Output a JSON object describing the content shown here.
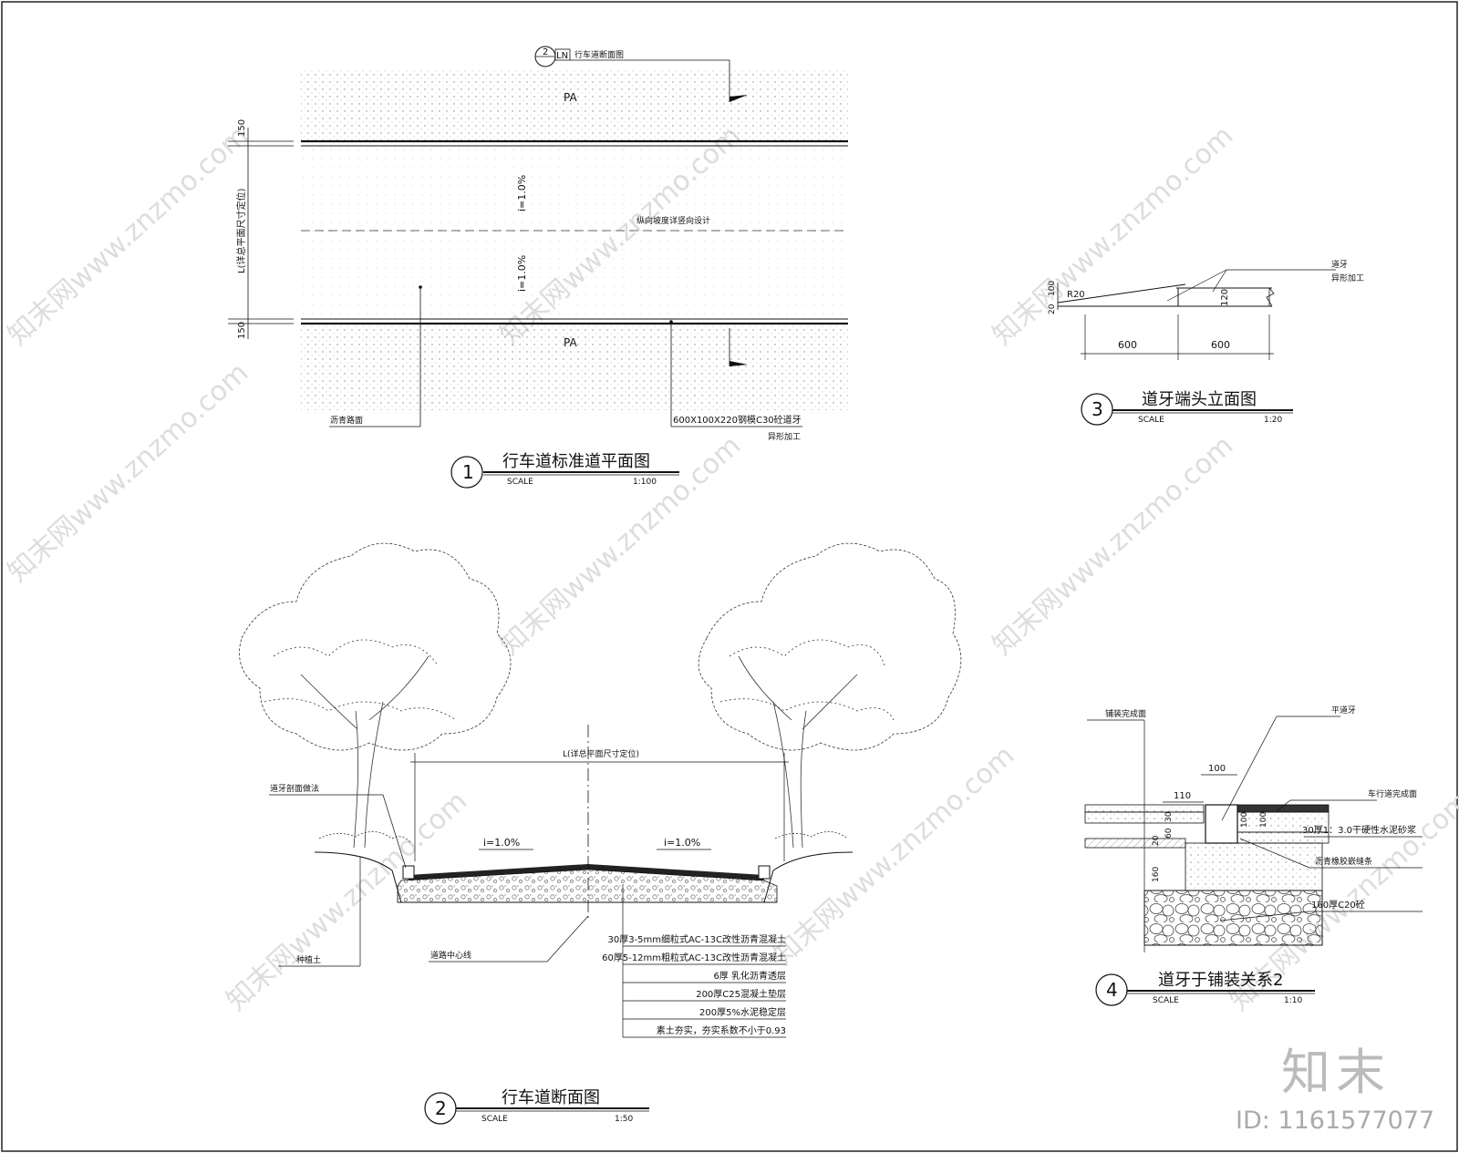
{
  "plan": {
    "ref_num": "2",
    "ref_sheet": "LN",
    "ref_label": "行车道断面图",
    "pa_top": "PA",
    "pa_bottom": "PA",
    "dim_top": "150",
    "dim_bottom": "150",
    "dim_width": "L(详总平面尺寸定位)",
    "slope_1": "i=1.0%",
    "slope_2": "i=1.0%",
    "longitudinal_note": "纵向坡度详竖向设计",
    "asphalt_label": "沥青路面",
    "curb_label": "600X100X220钢模C30砼道牙",
    "curb_label_2": "异形加工",
    "title_num": "1",
    "title": "行车道标准道平面图",
    "scale_label": "SCALE",
    "scale": "1:100"
  },
  "elevation": {
    "dim_100": "100",
    "dim_20": "20",
    "dim_r20": "R20",
    "dim_120": "120",
    "dim_600a": "600",
    "dim_600b": "600",
    "note_1": "道牙",
    "note_2": "异形加工",
    "title_num": "3",
    "title": "道牙端头立面图",
    "scale_label": "SCALE",
    "scale": "1:20"
  },
  "section": {
    "width_label": "L(详总平面尺寸定位)",
    "slope_left": "i=1.0%",
    "slope_right": "i=1.0%",
    "curb_note": "道牙剖面做法",
    "soil_note": "种植土",
    "centerline_note": "道路中心线",
    "layers": [
      "30厚3-5mm细粒式AC-13C改性沥青混凝土",
      "60厚5-12mm粗粒式AC-13C改性沥青混凝土",
      "6厚 乳化沥青透层",
      "200厚C25混凝土垫层",
      "200厚5%水泥稳定层",
      "素土夯实，夯实系数不小于0.93"
    ],
    "title_num": "2",
    "title": "行车道断面图",
    "scale_label": "SCALE",
    "scale": "1:50"
  },
  "detail": {
    "label_paving": "铺装完成面",
    "label_flat_curb": "平道牙",
    "label_road": "车行道完成面",
    "label_mortar": "30厚1：3.0干硬性水泥砂浆",
    "label_joint": "沥青橡胶嵌缝条",
    "label_c20": "160厚C20砼",
    "dim_100": "100",
    "dim_110": "110",
    "dim_30": "30",
    "dim_60": "60",
    "dim_20": "20",
    "dim_160": "160",
    "dim_100b": "100",
    "dim_100c": "100",
    "title_num": "4",
    "title": "道牙于铺装关系2",
    "scale_label": "SCALE",
    "scale": "1:10"
  },
  "branding": {
    "logo": "知末",
    "id": "ID: 1161577077",
    "watermark": "知末网www.znzmo.com"
  }
}
